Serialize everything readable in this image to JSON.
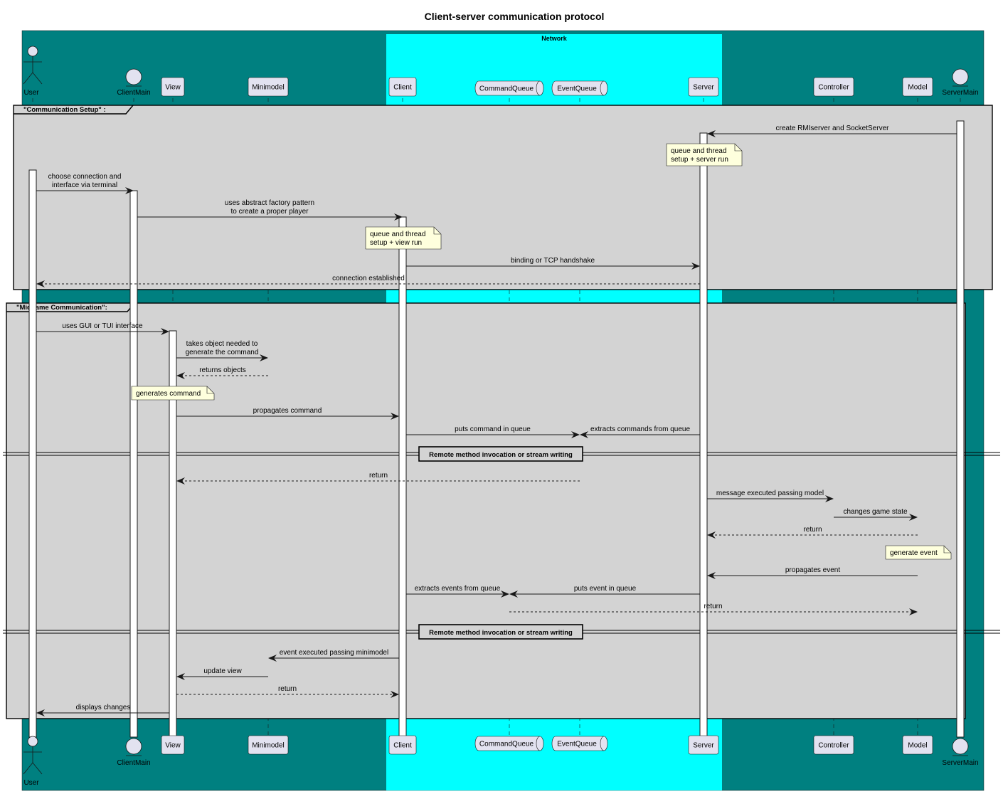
{
  "title": "Client-server communication protocol",
  "colors": {
    "outer_box": "#008080",
    "network_box": "#00FFFF",
    "group_fill": "#D3D3D3",
    "participant_fill": "#E2E2F0",
    "participant_border": "#181818",
    "note_fill": "#FEFFDD",
    "activation_fill": "#FFFFFF",
    "text": "#000000"
  },
  "network_box_label": "Network",
  "participants": [
    {
      "id": "user",
      "label": "User",
      "kind": "actor"
    },
    {
      "id": "clientmain",
      "label": "ClientMain",
      "kind": "entity"
    },
    {
      "id": "view",
      "label": "View",
      "kind": "participant"
    },
    {
      "id": "minimodel",
      "label": "Minimodel",
      "kind": "participant"
    },
    {
      "id": "client",
      "label": "Client",
      "kind": "participant"
    },
    {
      "id": "commandqueue",
      "label": "CommandQueue",
      "kind": "queue"
    },
    {
      "id": "eventqueue",
      "label": "EventQueue",
      "kind": "queue"
    },
    {
      "id": "server",
      "label": "Server",
      "kind": "participant"
    },
    {
      "id": "controller",
      "label": "Controller",
      "kind": "participant"
    },
    {
      "id": "model",
      "label": "Model",
      "kind": "participant"
    },
    {
      "id": "servermain",
      "label": "ServerMain",
      "kind": "entity"
    }
  ],
  "groups": [
    {
      "id": "setup",
      "label": "\"Communication Setup\" :"
    },
    {
      "id": "midgame",
      "label": "\"Midgame Communication\":"
    }
  ],
  "dividers": [
    "Remote method invocation or stream writing",
    "Remote method invocation or stream writing"
  ],
  "notes": [
    {
      "id": "server-note",
      "lines": [
        "queue and thread",
        "setup + server run"
      ]
    },
    {
      "id": "client-note",
      "lines": [
        "queue and thread",
        "setup + view run"
      ]
    },
    {
      "id": "command-note",
      "lines": [
        "generates command"
      ]
    },
    {
      "id": "event-note",
      "lines": [
        "generate event"
      ]
    }
  ],
  "messages": [
    {
      "from": "servermain",
      "to": "server",
      "lines": [
        "create RMIserver and SocketServer"
      ],
      "style": "solid"
    },
    {
      "from": "user",
      "to": "clientmain",
      "lines": [
        "choose connection and",
        "interface via terminal"
      ],
      "style": "solid"
    },
    {
      "from": "clientmain",
      "to": "client",
      "lines": [
        "uses abstract factory pattern",
        "to create a proper player"
      ],
      "style": "solid"
    },
    {
      "from": "client",
      "to": "server",
      "lines": [
        "binding or TCP handshake"
      ],
      "style": "solid"
    },
    {
      "from": "server",
      "to": "user",
      "lines": [
        "connection established"
      ],
      "style": "dashed"
    },
    {
      "from": "user",
      "to": "view",
      "lines": [
        "uses GUI or TUI interface"
      ],
      "style": "solid"
    },
    {
      "from": "view",
      "to": "minimodel",
      "lines": [
        "takes object needed to",
        "generate the command"
      ],
      "style": "solid"
    },
    {
      "from": "minimodel",
      "to": "view",
      "lines": [
        "returns objects"
      ],
      "style": "dashed"
    },
    {
      "from": "view",
      "to": "client",
      "lines": [
        "propagates command"
      ],
      "style": "solid"
    },
    {
      "from": "client",
      "to": "eventqueue",
      "lines": [
        "puts command in queue"
      ],
      "style": "solid"
    },
    {
      "from": "server",
      "to": "eventqueue",
      "lines": [
        "extracts commands from queue"
      ],
      "style": "solid"
    },
    {
      "from": "eventqueue",
      "to": "view",
      "lines": [
        "return"
      ],
      "style": "dashed"
    },
    {
      "from": "server",
      "to": "controller",
      "lines": [
        "message executed passing model"
      ],
      "style": "solid"
    },
    {
      "from": "controller",
      "to": "model",
      "lines": [
        "changes game state"
      ],
      "style": "solid"
    },
    {
      "from": "model",
      "to": "server",
      "lines": [
        "return"
      ],
      "style": "dashed"
    },
    {
      "from": "model",
      "to": "server",
      "lines": [
        "propagates event"
      ],
      "style": "solid"
    },
    {
      "from": "client",
      "to": "commandqueue",
      "lines": [
        "extracts events from queue"
      ],
      "style": "solid"
    },
    {
      "from": "server",
      "to": "commandqueue",
      "lines": [
        "puts event in queue"
      ],
      "style": "solid"
    },
    {
      "from": "commandqueue",
      "to": "model",
      "lines": [
        "return"
      ],
      "style": "dashed"
    },
    {
      "from": "client",
      "to": "minimodel",
      "lines": [
        "event executed passing minimodel"
      ],
      "style": "solid"
    },
    {
      "from": "minimodel",
      "to": "view",
      "lines": [
        "update view"
      ],
      "style": "solid"
    },
    {
      "from": "view",
      "to": "client",
      "lines": [
        "return"
      ],
      "style": "dashed"
    },
    {
      "from": "view",
      "to": "user",
      "lines": [
        "displays changes"
      ],
      "style": "solid"
    }
  ]
}
